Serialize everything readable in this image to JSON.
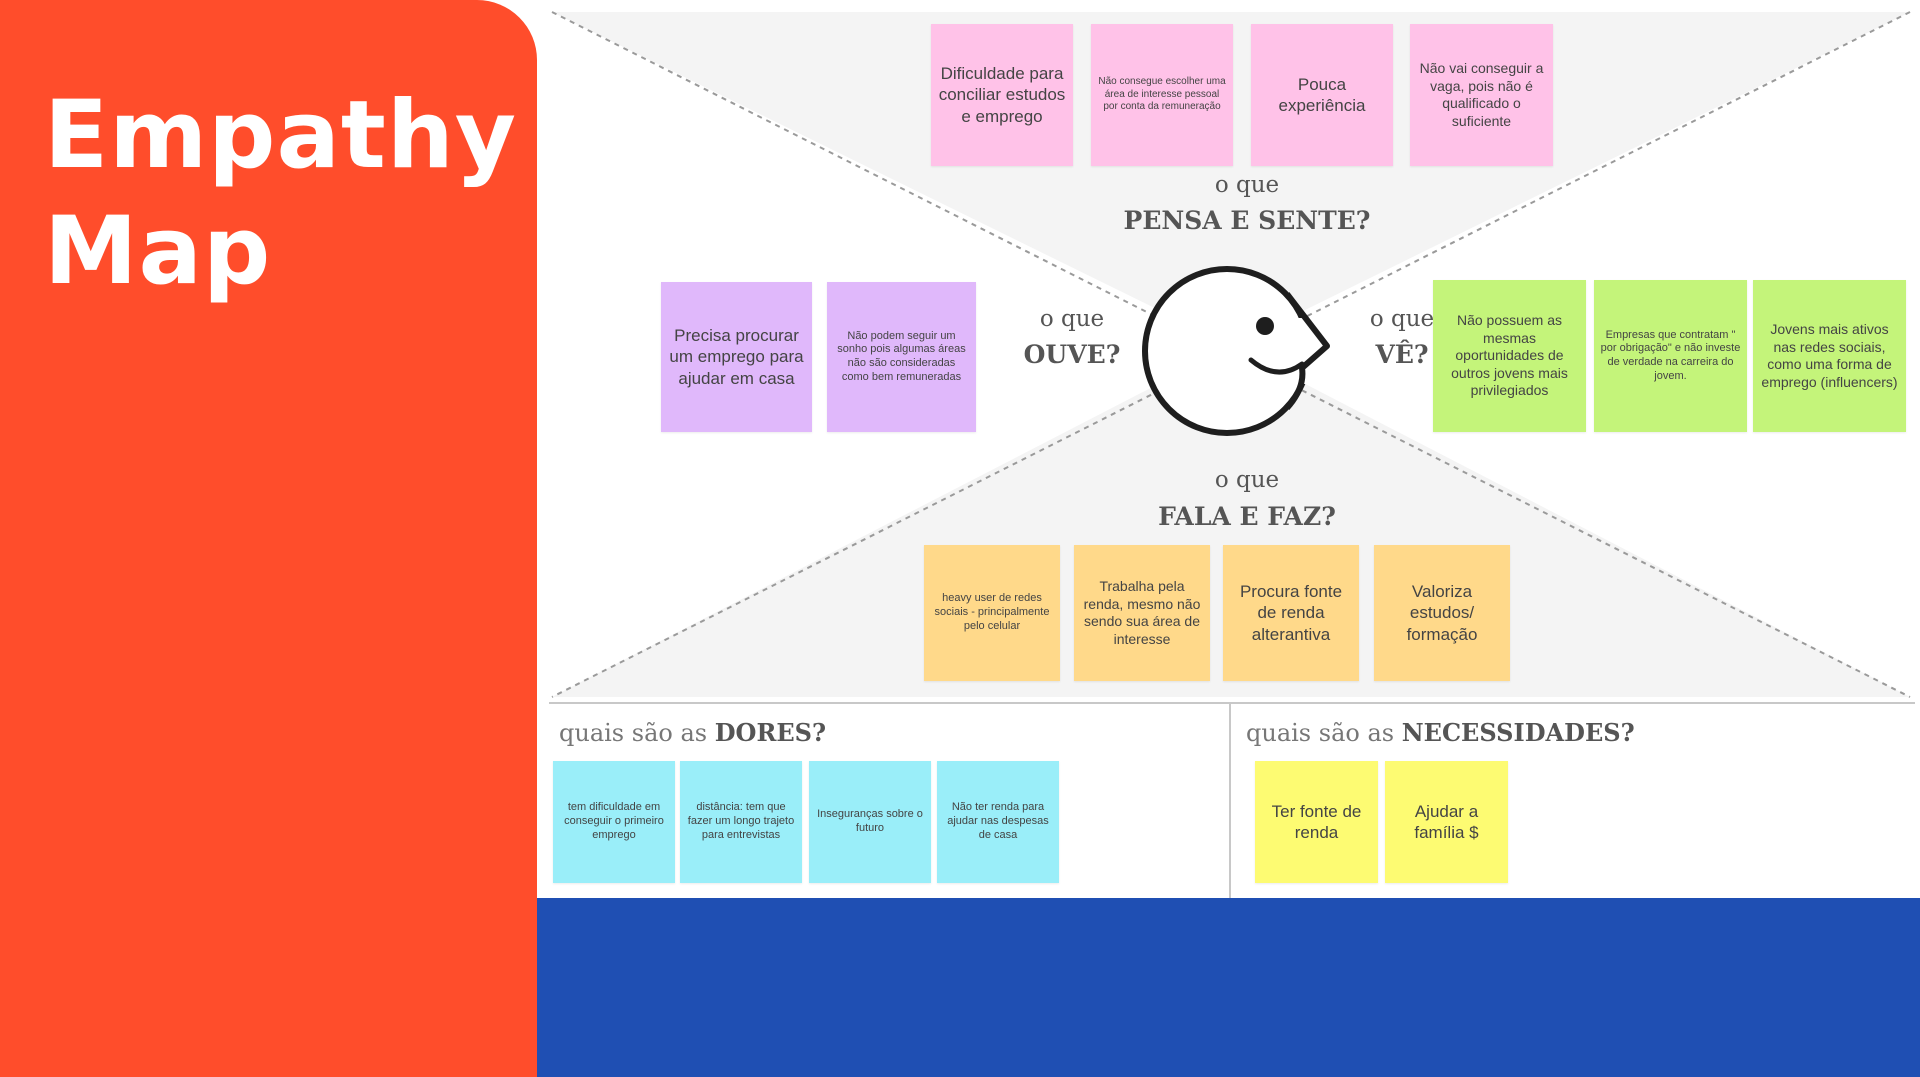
{
  "title": {
    "line1": "Empathy",
    "line2": "Map"
  },
  "quadrants": {
    "pensa": {
      "prefix": "o que",
      "label": "PENSA E SENTE?"
    },
    "ouve": {
      "prefix": "o que",
      "label": "OUVE?"
    },
    "ve": {
      "prefix": "o que",
      "label": "VÊ?"
    },
    "fala": {
      "prefix": "o que",
      "label": "FALA E FAZ?"
    }
  },
  "notes": {
    "pensa": [
      "Dificuldade para conciliar estudos e emprego",
      "Não consegue escolher uma área de interesse pessoal por conta da remuneração",
      "Pouca experiência",
      "Não vai conseguir a vaga, pois não é qualificado o suficiente"
    ],
    "ouve": [
      "Precisa procurar um emprego para ajudar em casa",
      "Não podem seguir um sonho pois algumas áreas não são consideradas como bem remuneradas"
    ],
    "ve": [
      "Não possuem as mesmas oportunidades de outros jovens mais privilegiados",
      "Empresas que contratam \" por obrigação\" e não investe de verdade na carreira do jovem.",
      "Jovens mais ativos nas redes sociais, como uma forma de emprego (influencers)"
    ],
    "fala": [
      "heavy user de redes sociais - principalmente pelo celular",
      "Trabalha pela renda, mesmo não sendo sua área de interesse",
      "Procura fonte de renda alterantiva",
      "Valoriza estudos/ formação"
    ],
    "dores": [
      "tem dificuldade em conseguir o primeiro emprego",
      "distância: tem que fazer um longo trajeto para entrevistas",
      "Inseguranças sobre o futuro",
      "Não ter renda para ajudar nas despesas de casa"
    ],
    "necessidades": [
      "Ter fonte de renda",
      "Ajudar a família $"
    ]
  },
  "sections": {
    "dores": {
      "prefix": "quais são as",
      "label": "DORES?"
    },
    "necessidades": {
      "prefix": "quais são as",
      "label": "NECESSIDADES?"
    }
  },
  "colors": {
    "panel": "#ff4d2b",
    "band": "#1f4fb3",
    "pink": "#ffc2e8",
    "purple": "#e0b8fb",
    "green": "#c4f47a",
    "orange": "#ffd98a",
    "cyan": "#9aeef9",
    "yellow": "#fdfb72"
  },
  "icons": {
    "center": "smiling-face-icon"
  }
}
